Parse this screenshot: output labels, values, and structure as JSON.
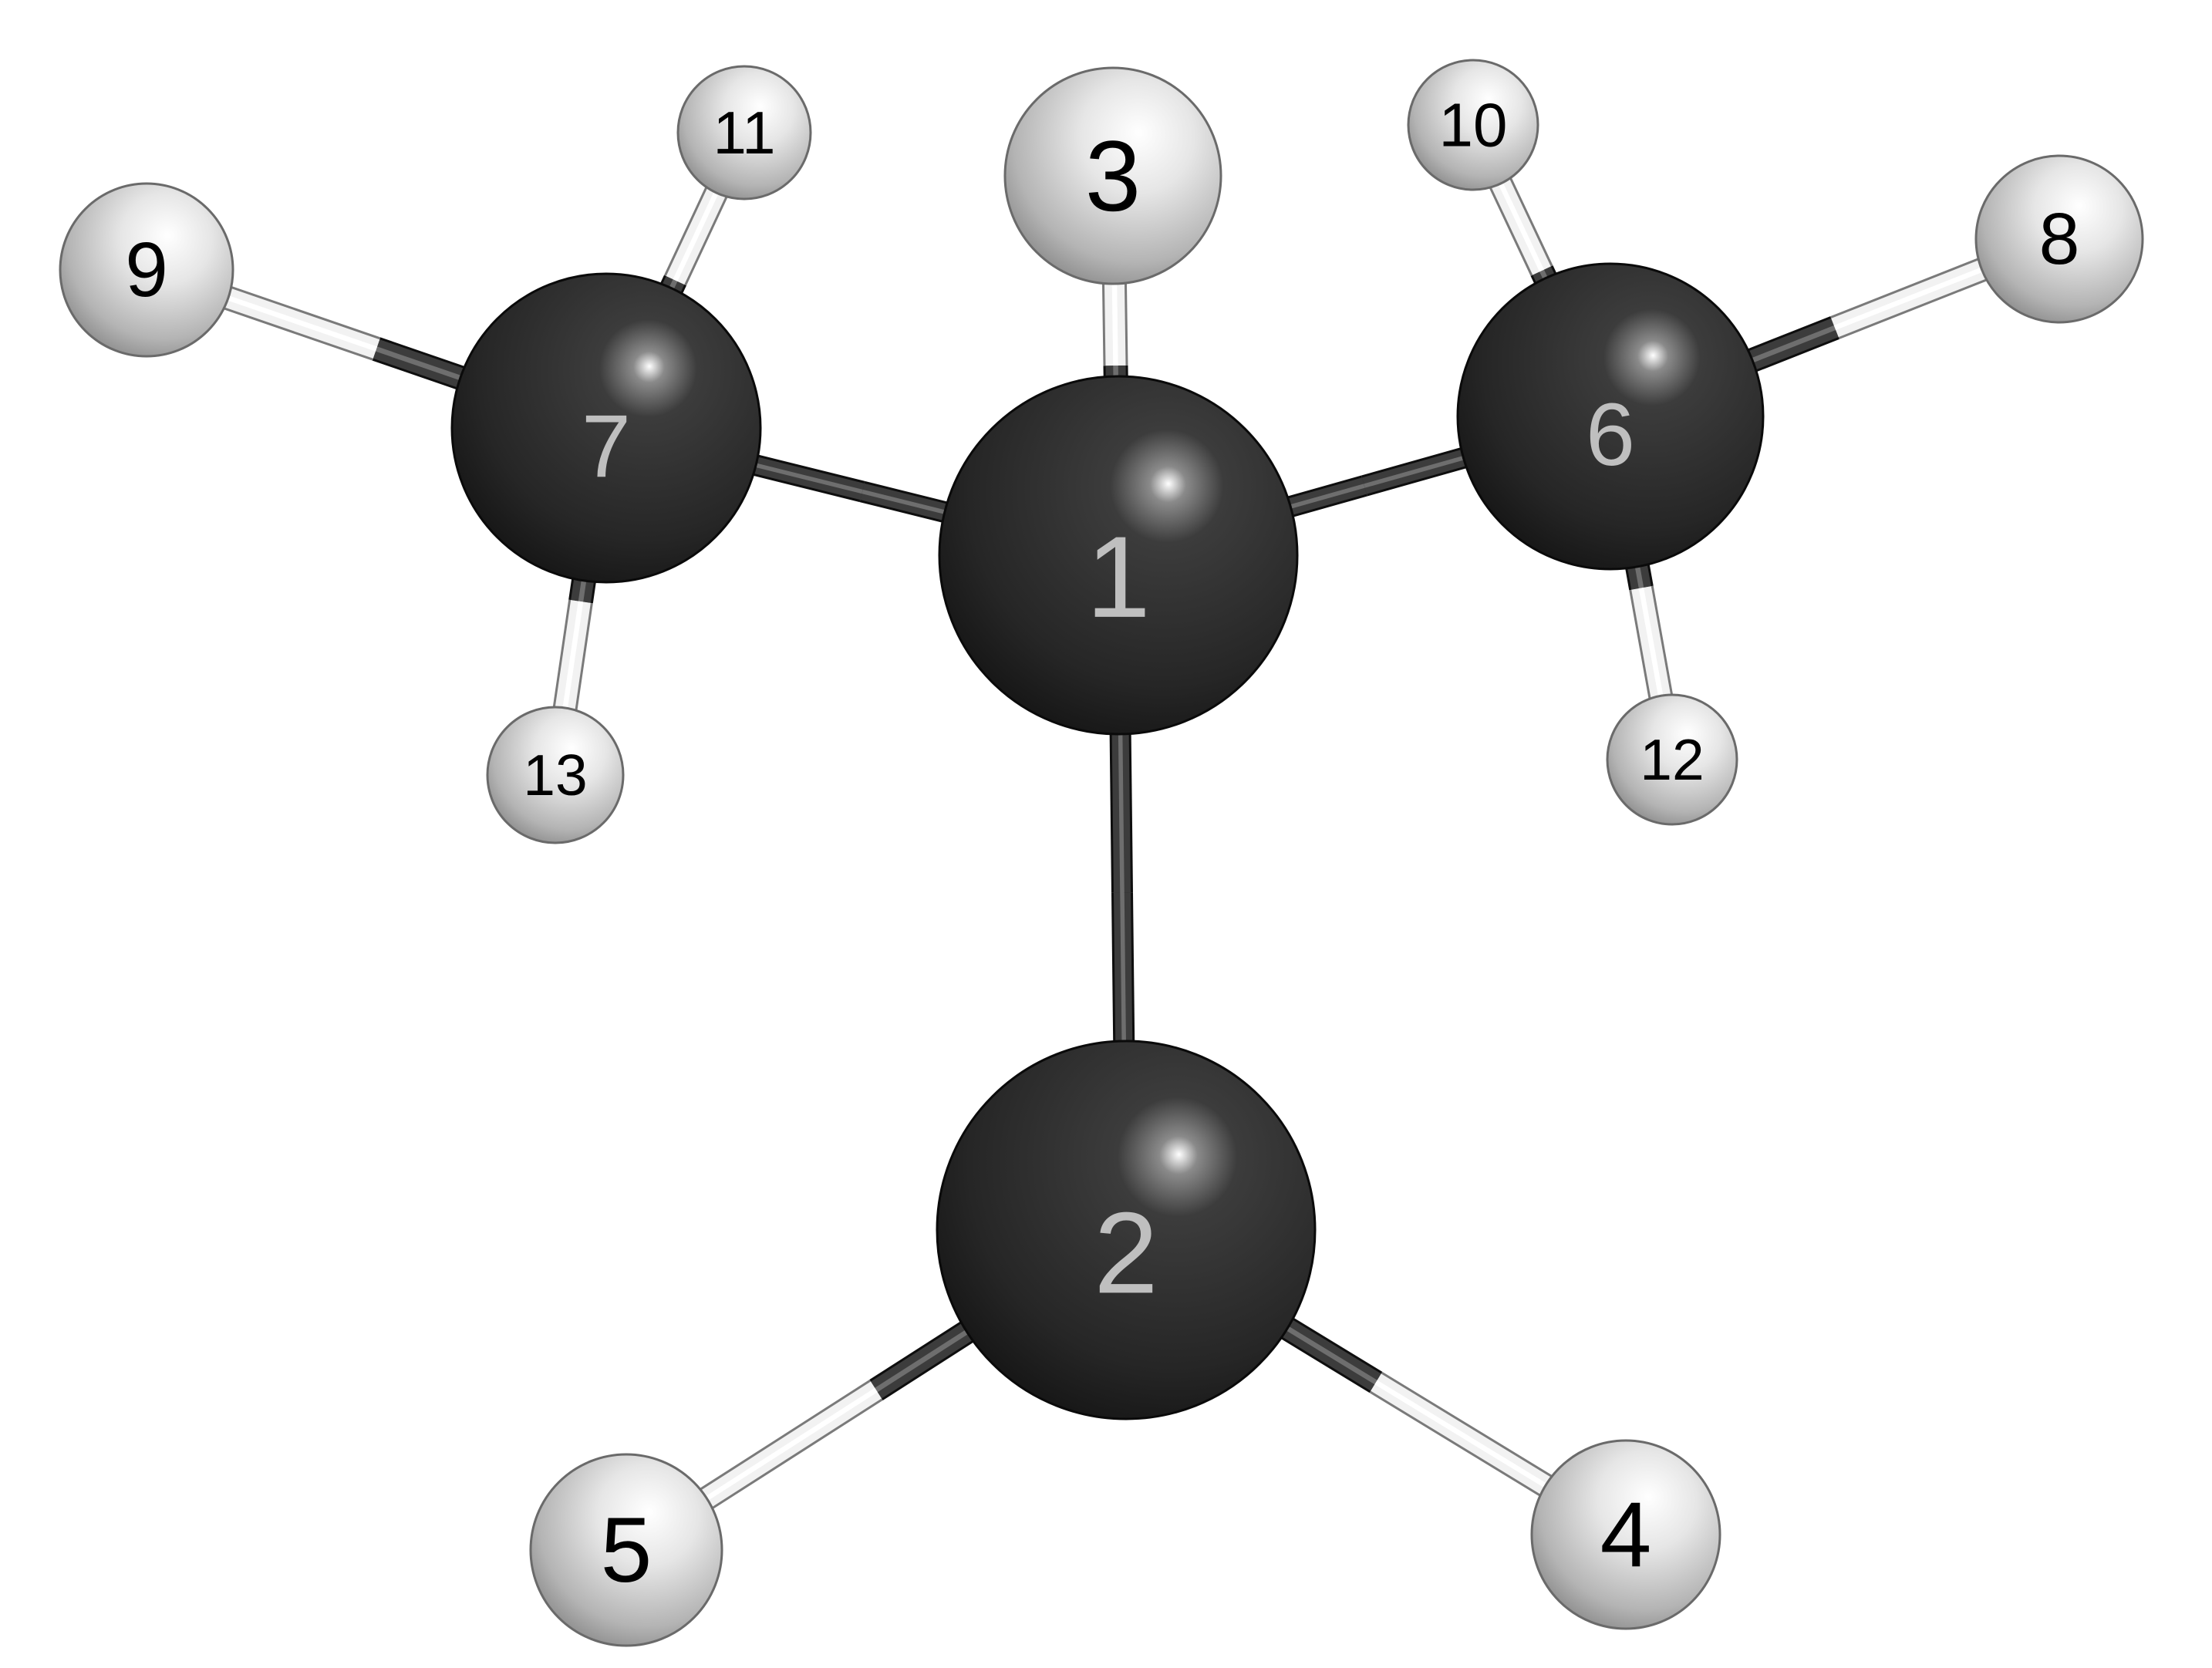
{
  "molecule": {
    "colors": {
      "carbon_dark": "#1a1a1a",
      "carbon_mid": "#3c3c3c",
      "hydrogen_light": "#f2f2f2",
      "hydrogen_dark": "#8c8c8c",
      "label_on_carbon": "#bfbfbf",
      "label_on_hydrogen": "#000000"
    },
    "atoms": [
      {
        "id": "1",
        "element": "C",
        "label": "1"
      },
      {
        "id": "2",
        "element": "C",
        "label": "2"
      },
      {
        "id": "3",
        "element": "H",
        "label": "3"
      },
      {
        "id": "4",
        "element": "H",
        "label": "4"
      },
      {
        "id": "5",
        "element": "H",
        "label": "5"
      },
      {
        "id": "6",
        "element": "C",
        "label": "6"
      },
      {
        "id": "7",
        "element": "C",
        "label": "7"
      },
      {
        "id": "8",
        "element": "H",
        "label": "8"
      },
      {
        "id": "9",
        "element": "H",
        "label": "9"
      },
      {
        "id": "10",
        "element": "H",
        "label": "10"
      },
      {
        "id": "11",
        "element": "H",
        "label": "11"
      },
      {
        "id": "12",
        "element": "H",
        "label": "12"
      },
      {
        "id": "13",
        "element": "H",
        "label": "13"
      }
    ],
    "bonds": [
      [
        "1",
        "2"
      ],
      [
        "1",
        "3"
      ],
      [
        "1",
        "6"
      ],
      [
        "1",
        "7"
      ],
      [
        "2",
        "4"
      ],
      [
        "2",
        "5"
      ],
      [
        "6",
        "8"
      ],
      [
        "6",
        "10"
      ],
      [
        "6",
        "12"
      ],
      [
        "7",
        "9"
      ],
      [
        "7",
        "11"
      ],
      [
        "7",
        "13"
      ]
    ]
  }
}
